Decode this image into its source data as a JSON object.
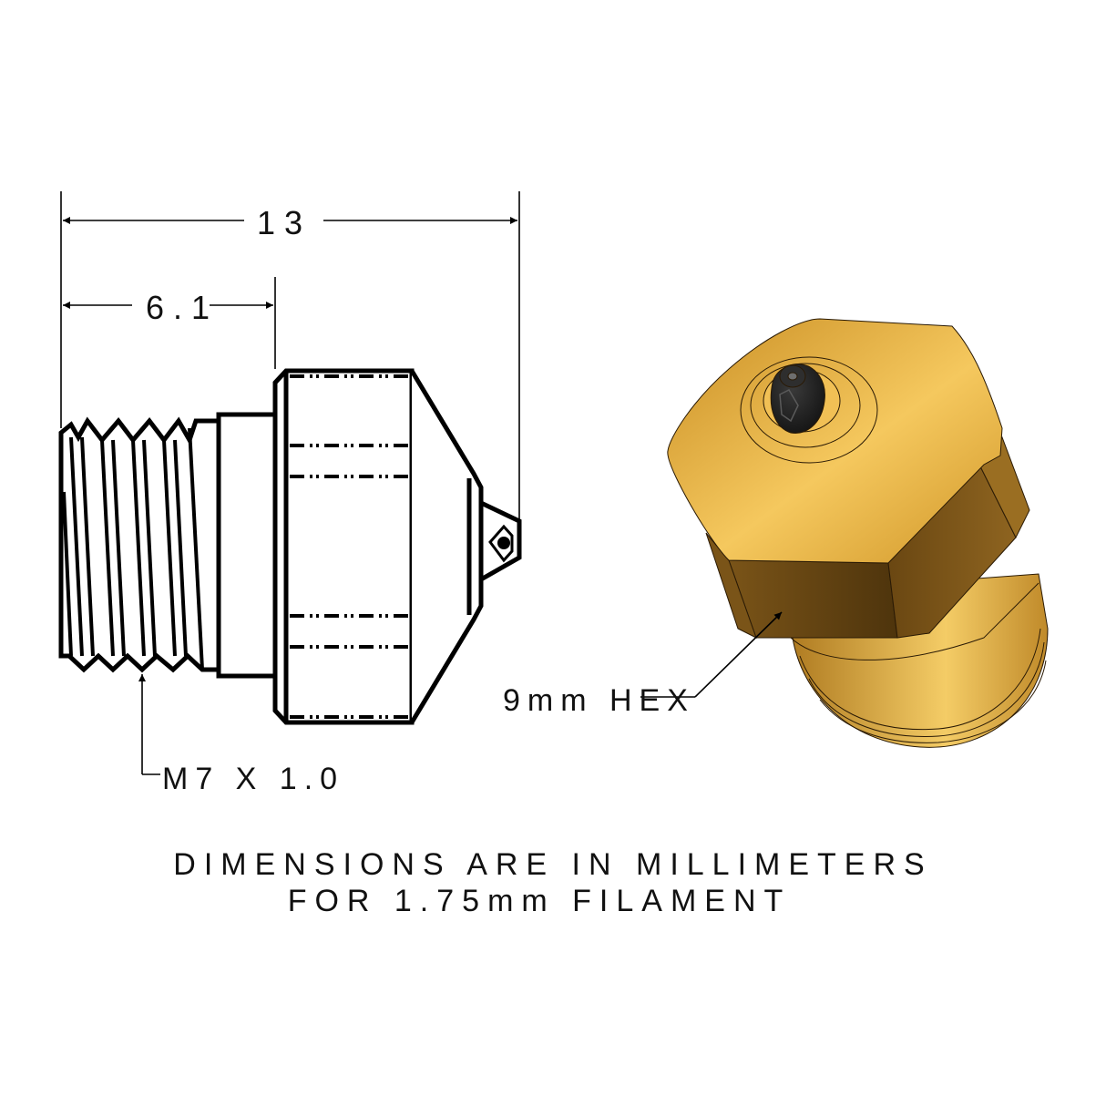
{
  "drawing": {
    "title": "Nozzle dimension drawing",
    "dimensions": {
      "overall_length": "13",
      "thread_length": "6.1"
    },
    "callouts": {
      "thread": "M7 X 1.0",
      "hex": "9mm HEX"
    },
    "notes": {
      "line1": "DIMENSIONS ARE IN MILLIMETERS",
      "line2": "FOR 1.75mm FILAMENT"
    },
    "colors": {
      "line": "#000000",
      "brass_light": "#F2C35A",
      "brass_mid": "#D49A2E",
      "brass_dark": "#6E4A14",
      "tip": "#1E1E1E",
      "background": "#FFFFFF"
    }
  }
}
